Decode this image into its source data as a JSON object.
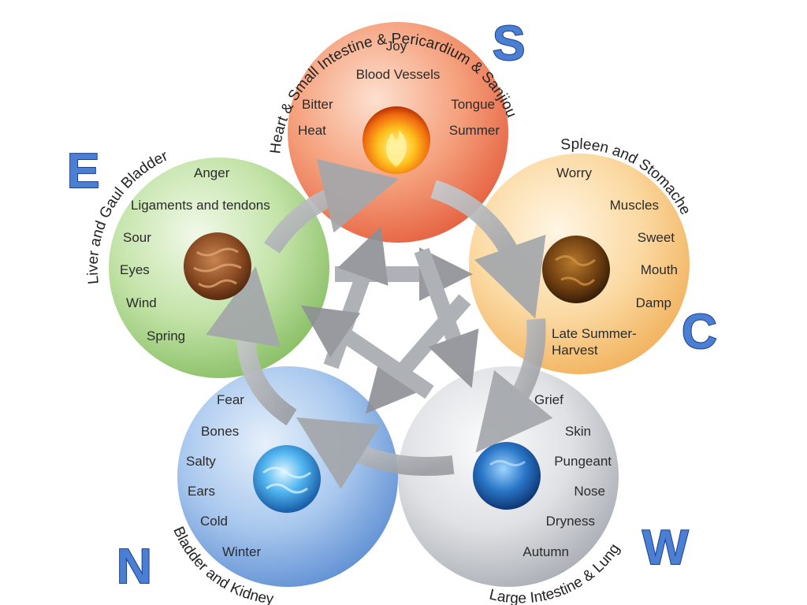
{
  "directions": {
    "south": "S",
    "east": "E",
    "center": "C",
    "west": "W",
    "north": "N"
  },
  "elements": {
    "fire": {
      "organs": "Heart & Small Intestine & Pericardium & Sanjiou",
      "emotion": "Joy",
      "tissue": "Blood Vessels",
      "taste": "Bitter",
      "sense_organ": "Tongue",
      "climate": "Heat",
      "season": "Summer",
      "color": "#f07a5a",
      "icon": "fire-icon"
    },
    "earth": {
      "organs": "Spleen and Stomache",
      "emotion": "Worry",
      "tissue": "Muscles",
      "taste": "Sweet",
      "sense_organ": "Mouth",
      "climate": "Damp",
      "season_line1": "Late Summer-",
      "season_line2": "Harvest",
      "color": "#f7c67e",
      "icon": "earth-icon"
    },
    "wood": {
      "organs": "Liver and Gaul Bladder",
      "emotion": "Anger",
      "tissue": "Ligaments and tendons",
      "taste": "Sour",
      "sense_organ": "Eyes",
      "climate": "Wind",
      "season": "Spring",
      "color": "#9fcf7e",
      "icon": "wood-icon"
    },
    "water": {
      "organs": "Bladder and Kidney",
      "emotion": "Fear",
      "tissue": "Bones",
      "taste": "Salty",
      "sense_organ": "Ears",
      "climate": "Cold",
      "season": "Winter",
      "color": "#7ea9e0",
      "icon": "water-icon"
    },
    "metal": {
      "organs": "Large Intestine & Lung",
      "emotion": "Grief",
      "tissue": "Skin",
      "taste": "Pungeant",
      "sense_organ": "Nose",
      "climate": "Dryness",
      "season": "Autumn",
      "color": "#c9ccd1",
      "icon": "metal-icon"
    }
  }
}
